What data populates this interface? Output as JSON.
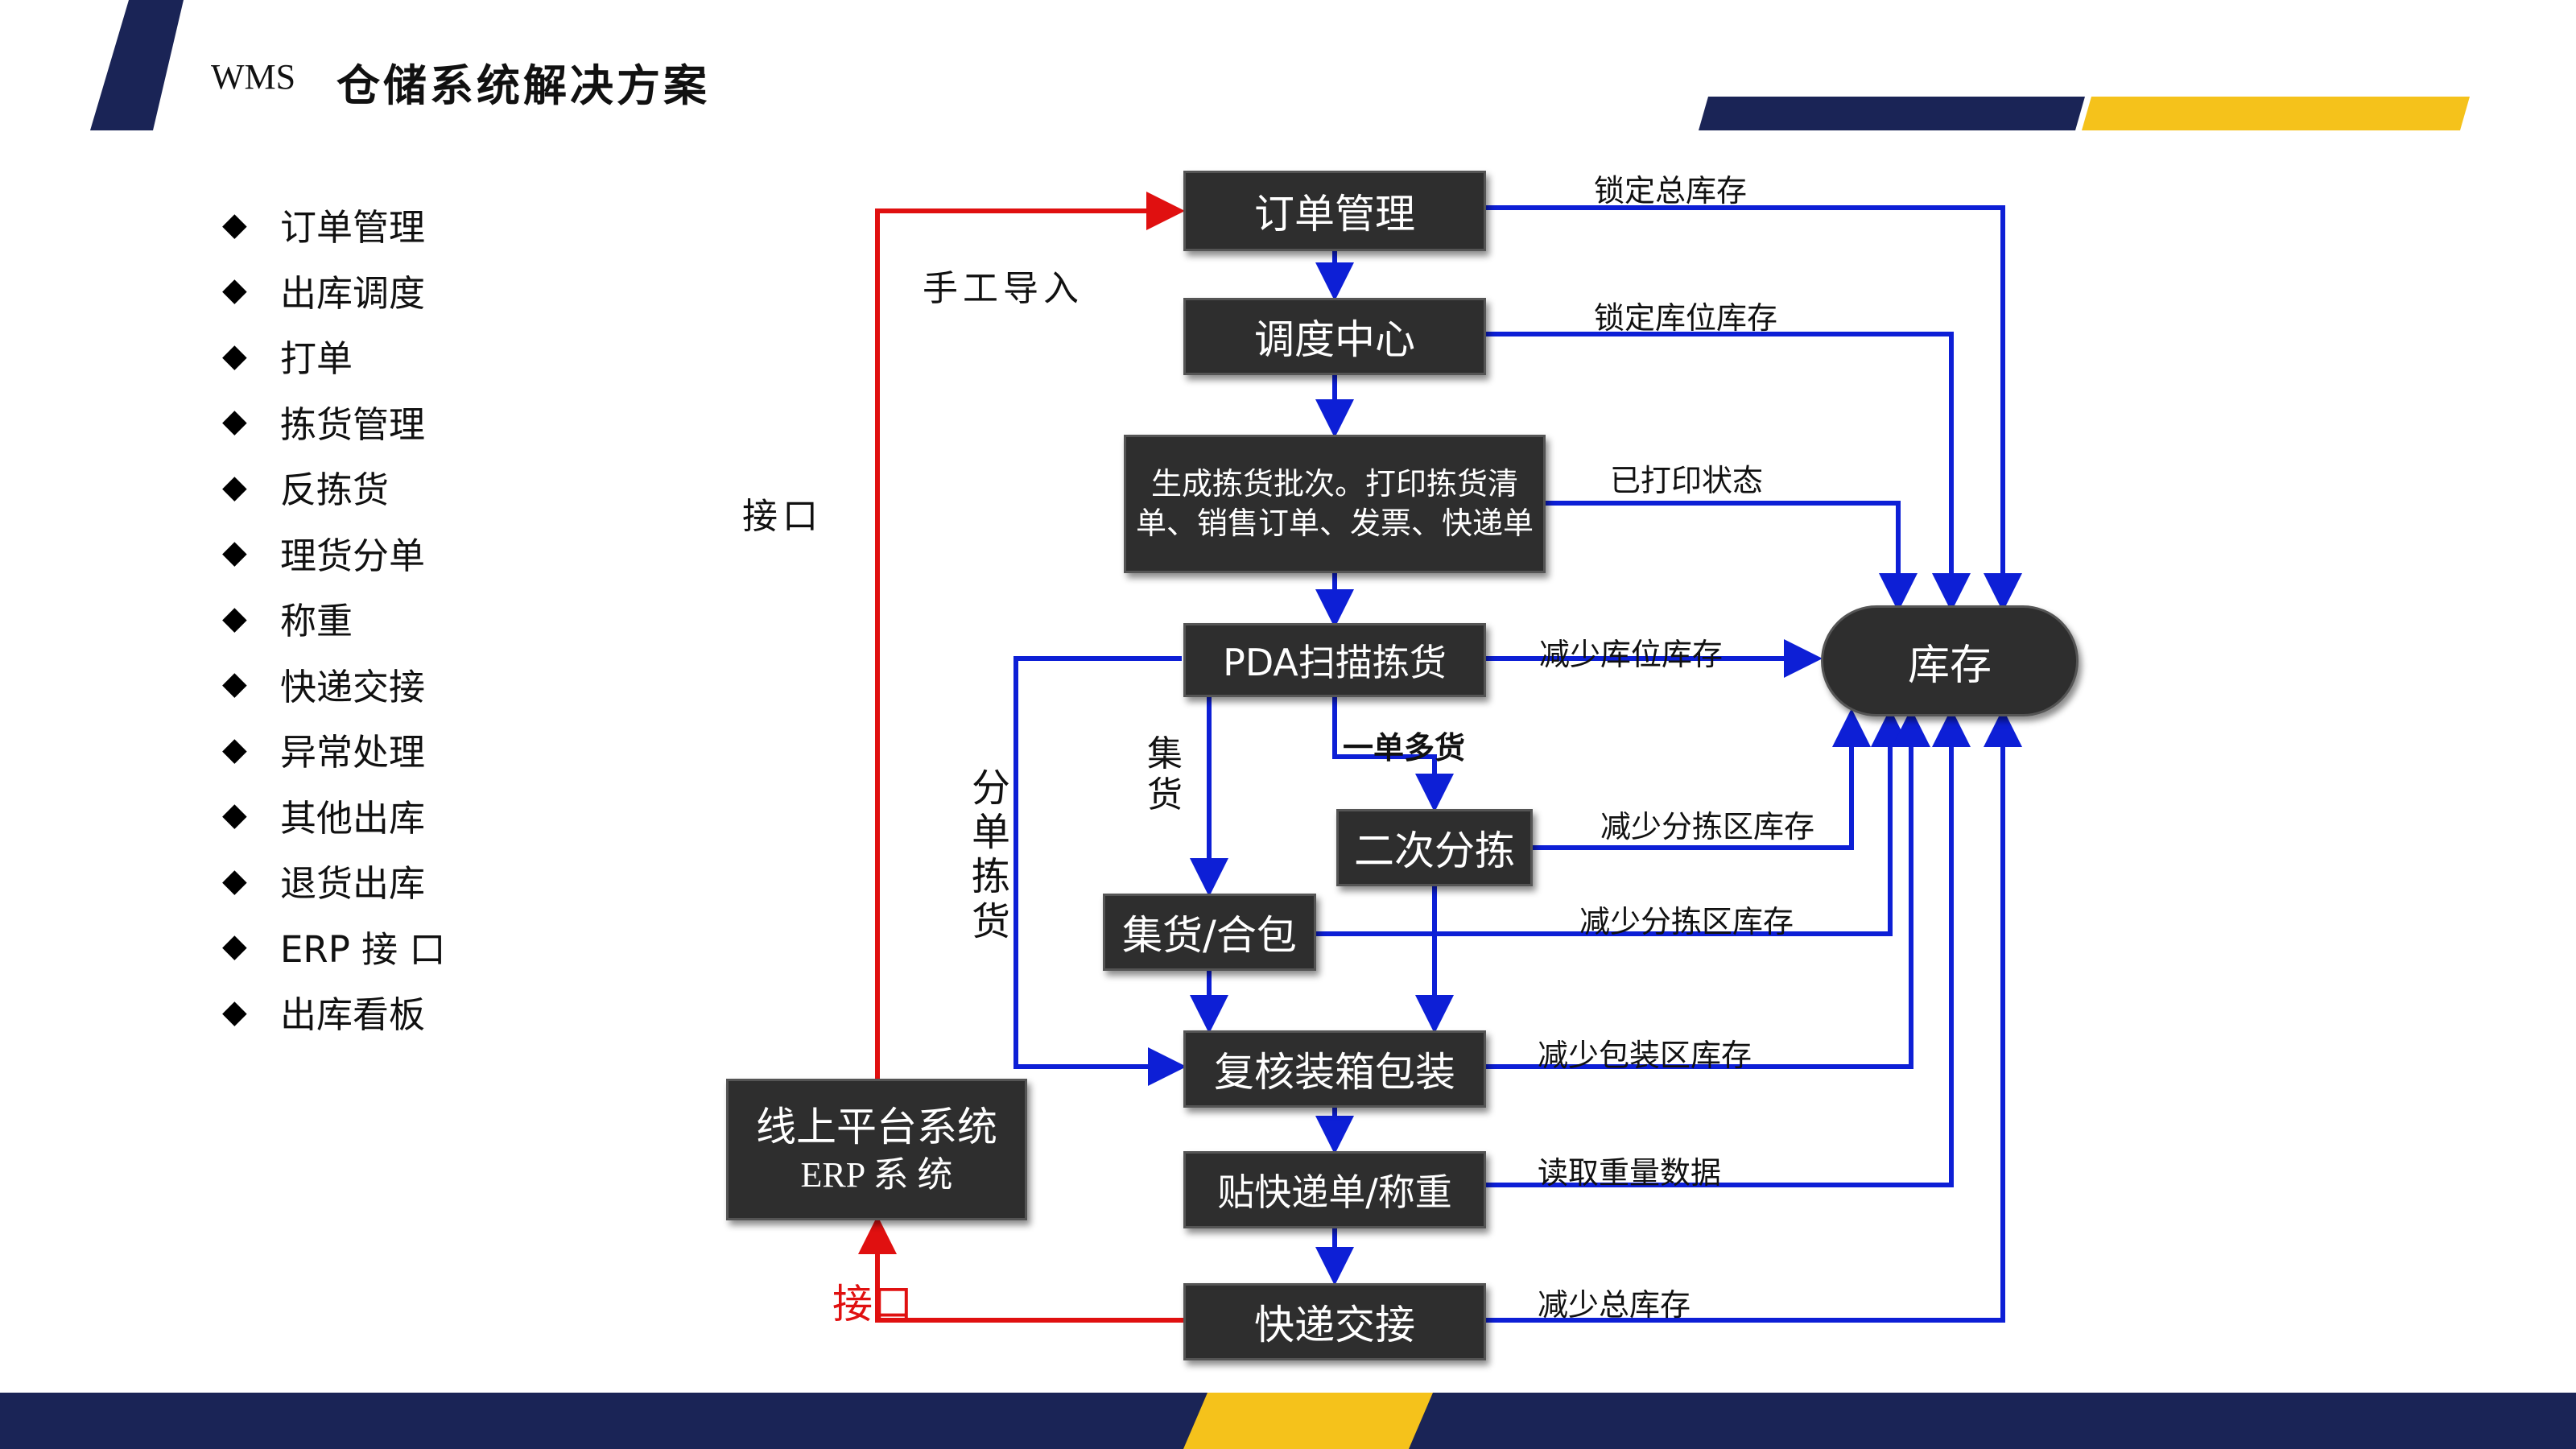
{
  "header": {
    "prefix": "WMS",
    "title": "仓储系统解决方案"
  },
  "sidebar": {
    "items": [
      "订单管理",
      "出库调度",
      "打单",
      "拣货管理",
      "反拣货",
      "理货分单",
      "称重",
      "快递交接",
      "异常处理",
      "其他出库",
      "退货出库",
      "ERP 接 口",
      "出库看板"
    ]
  },
  "nodes": {
    "order": "订单管理",
    "dispatch": "调度中心",
    "batch": "生成拣货批次。打印拣货清单、销售订单、发票、快递单",
    "pda": "PDA扫描拣货",
    "second_sort": "二次分拣",
    "collect": "集货/合包",
    "review": "复核装箱包装",
    "label": "贴快递单/称重",
    "handover": "快递交接",
    "platform_line1": "线上平台系统",
    "platform_line2": "ERP 系 统",
    "inventory": "库存"
  },
  "edge_labels": {
    "manual_import": "手工导入",
    "interface_left": "接口",
    "interface_bottom": "接口",
    "lock_total": "锁定总库存",
    "lock_location": "锁定库位库存",
    "printed": "已打印状态",
    "reduce_location": "减少库位库存",
    "multi_goods": "一单多货",
    "collect_goods": "集货",
    "split_pick": "分单拣货",
    "reduce_sort1": "减少分拣区库存",
    "reduce_sort2": "减少分拣区库存",
    "reduce_pack": "减少包装区库存",
    "read_weight": "读取重量数据",
    "reduce_total": "减少总库存"
  },
  "colors": {
    "navy": "#1a2456",
    "gold": "#f5c21b",
    "flow_blue": "#0d1fd6",
    "flow_red": "#e01010",
    "node_bg": "#2e2e2e"
  }
}
